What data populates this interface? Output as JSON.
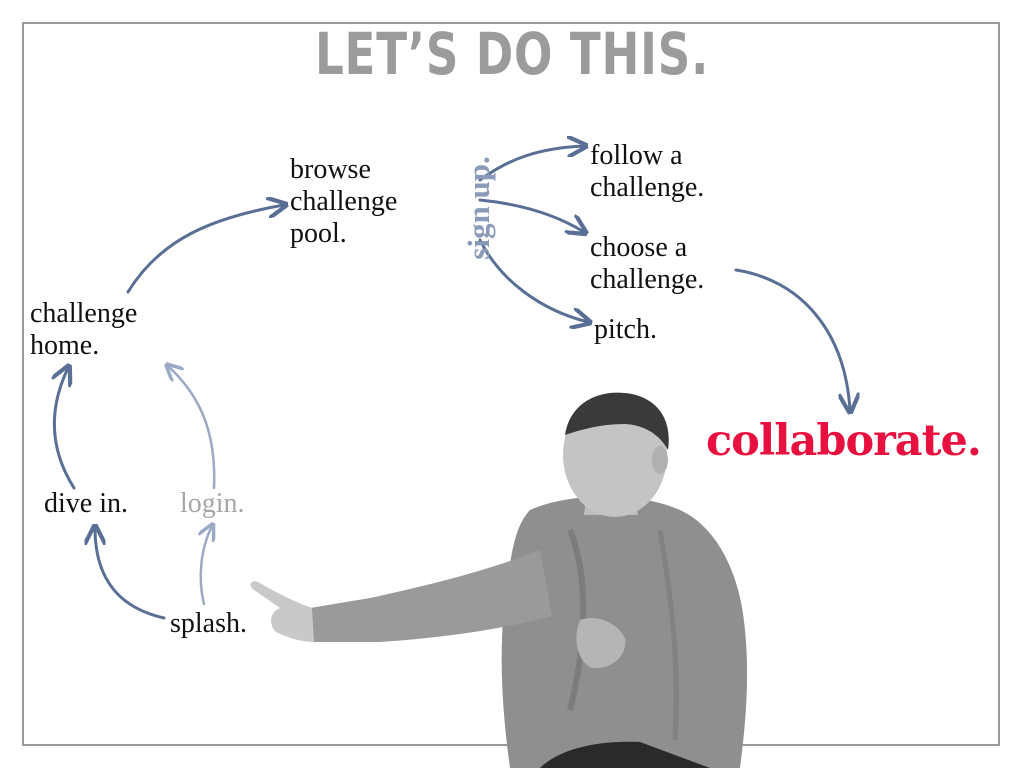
{
  "slide": {
    "title": "LET’S DO THIS."
  },
  "nodes": {
    "browse": "browse\nchallenge\npool.",
    "signup": "sign up.",
    "follow": "follow a\nchallenge.",
    "choose": "choose a\nchallenge.",
    "pitch": "pitch.",
    "home": "challenge\nhome.",
    "dive": "dive in.",
    "login": "login.",
    "splash": "splash.",
    "collaborate": "collaborate."
  },
  "colors": {
    "arrow": "#5a6f95",
    "arrow_light": "#9aaac4",
    "accent": "#e8103f",
    "title": "#9b9b9b"
  }
}
